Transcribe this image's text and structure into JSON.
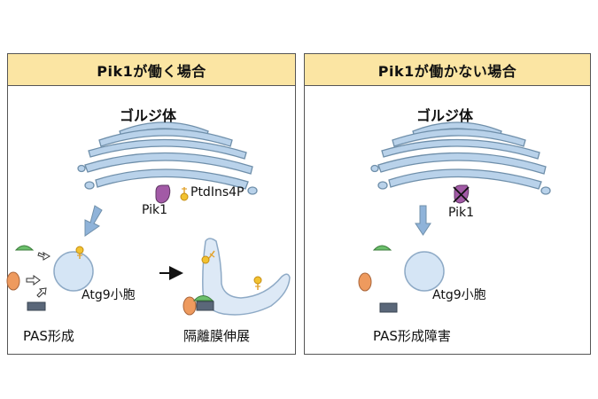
{
  "colors": {
    "header_bg": "#fbe5a3",
    "border": "#555555",
    "golgi_fill": "#b9d2ea",
    "golgi_stroke": "#6f8faa",
    "pik1": "#a25aa6",
    "ptdins": "#f2c230",
    "green_protein": "#6bbf6b",
    "orange_protein": "#ee9a5e",
    "slate_protein": "#5a6779",
    "arrow_blue": "#8fb3d9"
  },
  "left": {
    "title": "Pik1が働く場合",
    "golgi": "ゴルジ体",
    "pik1": "Pik1",
    "ptdins4p": "PtdIns4P",
    "atg9": "Atg9小胞",
    "pas": "PAS形成",
    "expansion": "隔離膜伸展"
  },
  "right": {
    "title": "Pik1が働かない場合",
    "golgi": "ゴルジ体",
    "pik1": "Pik1",
    "atg9": "Atg9小胞",
    "pas_defect": "PAS形成障害"
  }
}
